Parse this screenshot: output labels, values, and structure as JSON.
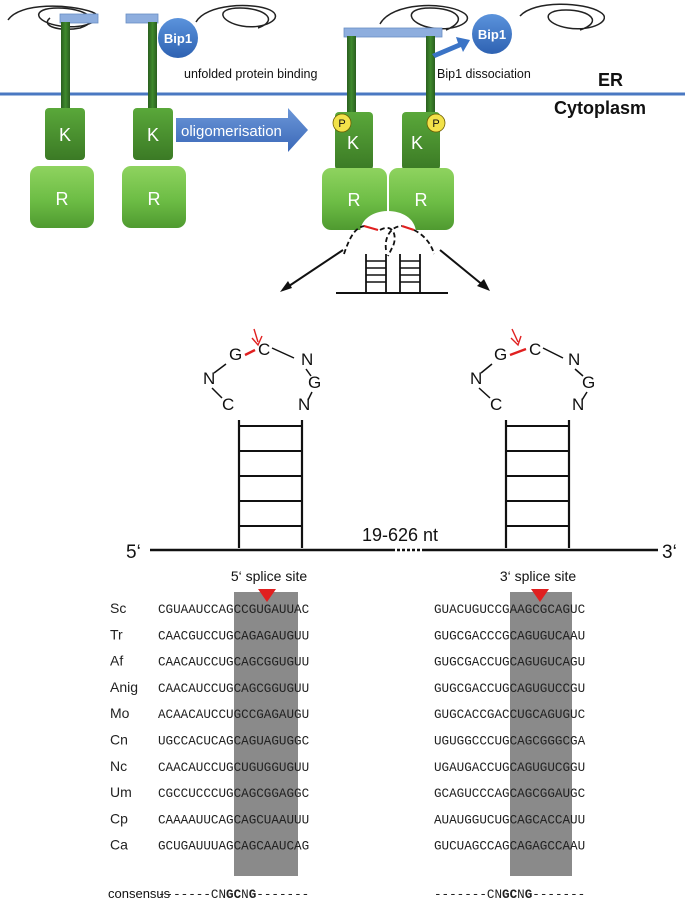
{
  "labels": {
    "bip1": "Bip1",
    "unfolded_binding": "unfolded protein binding",
    "bip1_dissociation": "Bip1 dissociation",
    "er": "ER",
    "cytoplasm": "Cytoplasm",
    "oligomerisation": "oligomerisation",
    "kinase": "K",
    "rnase": "R",
    "phospho": "P",
    "five_prime": "5‘",
    "three_prime": "3‘",
    "intron_length": "19-626 nt",
    "splice5": "5‘ splice site",
    "splice3": "3‘ splice site"
  },
  "hairpin_loop": [
    "C",
    "N",
    "G",
    "C",
    "N",
    "G",
    "N"
  ],
  "colors": {
    "membrane": "#4a78c2",
    "stalk": "#2f6b24",
    "domain": "#6dbd45",
    "bip": "#3b74c6",
    "phospho": "#f2e24a",
    "cleave": "#e02020",
    "arrow": "#4a78c2",
    "highlight": "#8a8a8a"
  },
  "alignment": {
    "organisms": [
      "Sc",
      "Tr",
      "Af",
      "Anig",
      "Mo",
      "Cn",
      "Nc",
      "Um",
      "Cp",
      "Ca"
    ],
    "site5": [
      "CGUAAUCCAGCCGUGAUUAC",
      "CAACGUCCUGCAGAGAUGUU",
      "CAACAUCCUGCAGCGGUGUU",
      "CAACAUCCUGCAGCGGUGUU",
      "ACAACAUCCUGCCGAGAUGU",
      "UGCCACUCAGCAGUAGUGGC",
      "CAACAUCCUGCUGUGGUGUU",
      "CGCCUCCCUGCAGCGGAGGC",
      "CAAAAUUCAGCAGCUAAUUU",
      "GCUGAUUUAGCAGCAAUCAG"
    ],
    "site3": [
      "GUACUGUCCGAAGCGCAGUC",
      "GUGCGACCCGCAGUGUCAAU",
      "GUGCGACCUGCAGUGUCAGU",
      "GUGCGACCUGCAGUGUCCGU",
      "GUGCACCGACCUGCAGUGUC",
      "UGUGGCCCUGCAGCGGGCGA",
      "UGAUGACCUGCAGUGUCGGU",
      "GCAGUCCCAGCAGCGGAUGC",
      "AUAUGGUCUGCAGCACCAUU",
      "GUCUAGCCAGCAGAGCCAAU"
    ],
    "consensus_label": "consensus",
    "consensus_prefix": "-------CN",
    "consensus_gc": "GC",
    "consensus_n": "N",
    "consensus_g": "G",
    "consensus_suffix": "-------"
  }
}
